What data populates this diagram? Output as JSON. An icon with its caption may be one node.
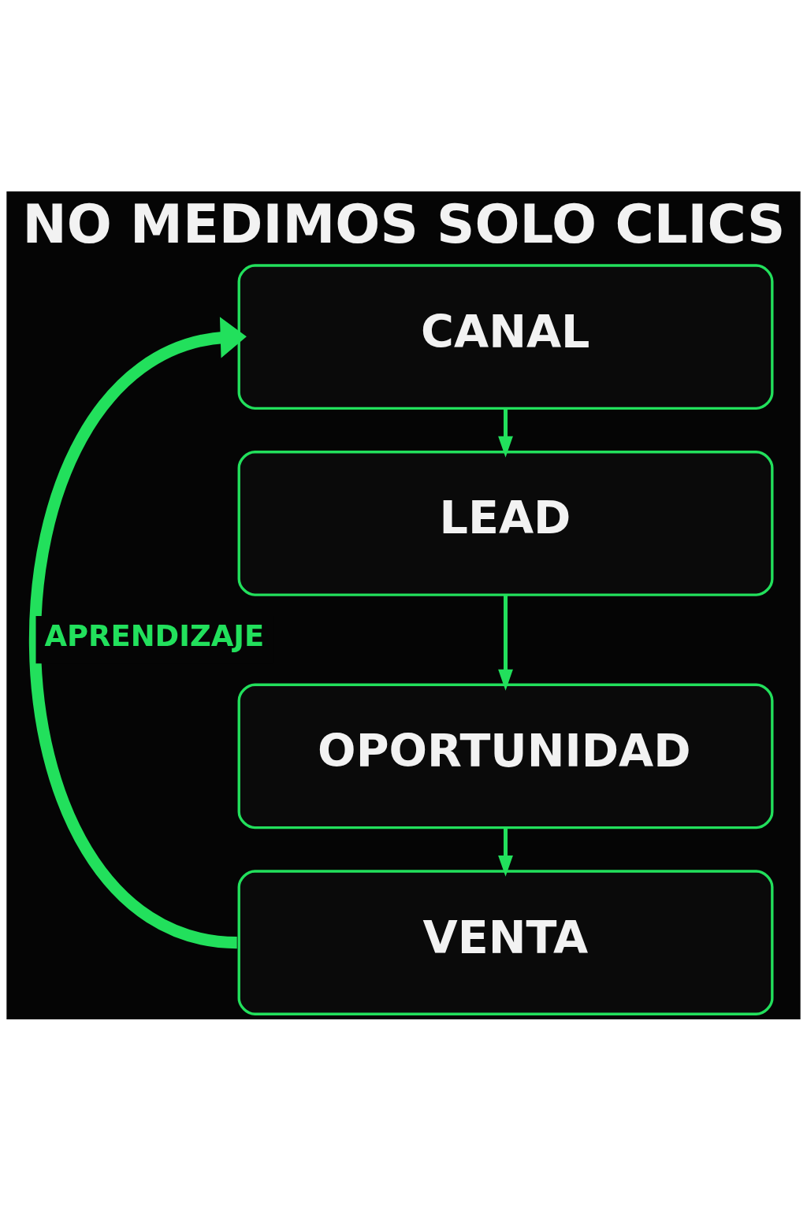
{
  "diagram": {
    "title": "NO MEDIMOS SOLO CLICS",
    "nodes": [
      {
        "text": [
          "CANAL"
        ]
      },
      {
        "text": [
          "LEAD"
        ]
      },
      {
        "text": [
          "OPORTUNIDAD"
        ]
      },
      {
        "text": [
          "VENTA"
        ]
      }
    ],
    "edges": [
      {
        "from": 0,
        "to": 1,
        "arrow": "to"
      },
      {
        "from": 1,
        "to": 2,
        "arrow": "to"
      },
      {
        "from": 2,
        "to": 3,
        "arrow": "to"
      },
      {
        "from": 3,
        "to": 0,
        "arrow": "to",
        "label": "APRENDIZAJE",
        "style": "thick"
      }
    ]
  }
}
